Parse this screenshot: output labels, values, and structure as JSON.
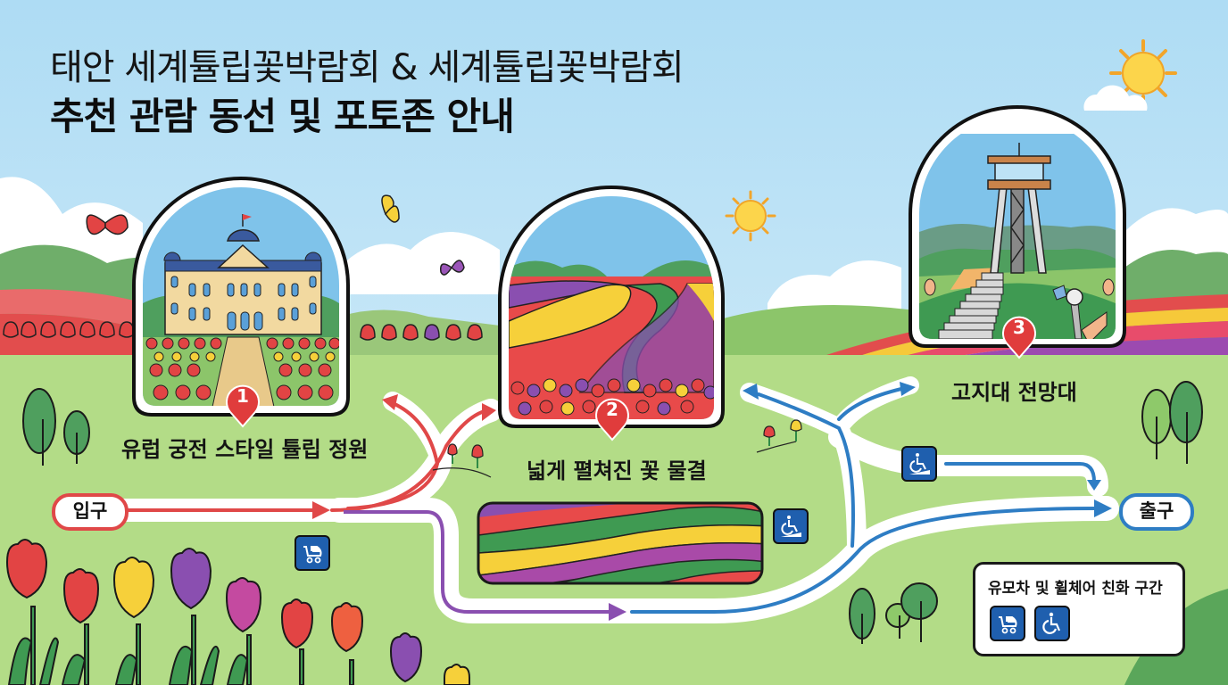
{
  "header": {
    "title_line1": "태안 세계튤립꽃박람회 & 세계튤립꽃박람회",
    "title_line2": "추천 관람 동선 및 포토존 안내"
  },
  "photo_zones": [
    {
      "number": "1",
      "label": "유럽 궁전 스타일 튤립 정원",
      "scene": "european-palace-tulip-garden"
    },
    {
      "number": "2",
      "label": "넓게 펼쳐진 꽃 물결",
      "scene": "rainbow-tulip-field-waves"
    },
    {
      "number": "3",
      "label": "고지대 전망대",
      "scene": "hilltop-observation-tower"
    }
  ],
  "route": {
    "entry_label": "입구",
    "exit_label": "출구",
    "segments": [
      {
        "name": "main-route-red",
        "color": "#e04848"
      },
      {
        "name": "accessible-route-purple",
        "color": "#8a4fb0"
      },
      {
        "name": "accessible-route-blue",
        "color": "#2e7dc4"
      }
    ]
  },
  "map_badges": [
    {
      "type": "stroller-icon",
      "position": "near-entry"
    },
    {
      "type": "wheelchair-ramp-icon",
      "position": "near-flower-field"
    },
    {
      "type": "wheelchair-ramp-icon",
      "position": "near-exit-upper"
    }
  ],
  "legend": {
    "title": "유모차 및 휠체어 친화 구간",
    "icons": [
      "stroller-icon",
      "wheelchair-icon"
    ]
  },
  "colors": {
    "sky": "#bfe3f5",
    "grass": "#b3dc87",
    "path": "#ffffff",
    "red_route": "#e04848",
    "purple_route": "#8a4fb0",
    "blue_route": "#2e7dc4",
    "badge_blue": "#1f5fae",
    "pin_red": "#e03c3c"
  }
}
